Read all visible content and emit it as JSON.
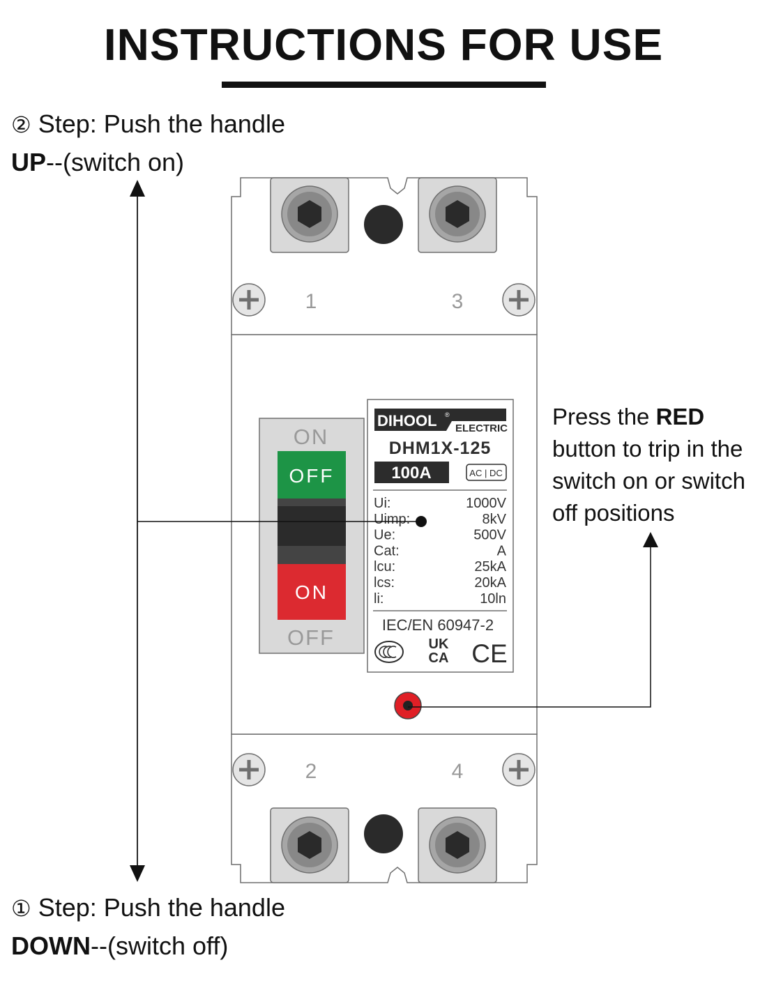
{
  "title": "INSTRUCTIONS FOR USE",
  "steps": {
    "up": {
      "number": "②",
      "line1": "Step: Push the handle",
      "keyword": "UP",
      "rest": "--(switch on)"
    },
    "down": {
      "number": "①",
      "line1": "Step: Push the handle",
      "keyword": "DOWN",
      "rest": "--(switch off)"
    }
  },
  "trip_note": {
    "part1": "Press the ",
    "bold": "RED",
    "part2": " button to trip in the switch on or switch off positions"
  },
  "terminals": {
    "top_left": "1",
    "top_right": "3",
    "bottom_left": "2",
    "bottom_right": "4"
  },
  "handle": {
    "top_label": "ON",
    "off_button": "OFF",
    "on_button": "ON",
    "bottom_label": "OFF"
  },
  "nameplate": {
    "brand": "DIHOOL",
    "registered": "®",
    "brand_sub": "ELECTRIC",
    "model": "DHM1X-125",
    "rating": "100A",
    "current_type": "AC | DC",
    "specs": [
      {
        "label": "Ui:",
        "value": "1000V"
      },
      {
        "label": "Uimp:",
        "value": "8kV"
      },
      {
        "label": "Ue:",
        "value": "500V"
      },
      {
        "label": "Cat:",
        "value": "A"
      },
      {
        "label": "lcu:",
        "value": "25kA"
      },
      {
        "label": "lcs:",
        "value": "20kA"
      },
      {
        "label": "li:",
        "value": "10ln"
      }
    ],
    "standard": "IEC/EN 60947-2",
    "marks": {
      "ukca_top": "UK",
      "ukca_bottom": "CA",
      "ce": "CE"
    }
  },
  "colors": {
    "off_button": "#1d9446",
    "on_button": "#dc2a30",
    "trip_button": "#e01f26",
    "frame_gray": "#d9d9d9",
    "outline": "#6f6f6f",
    "nameplate_dark": "#2c2c2c"
  }
}
